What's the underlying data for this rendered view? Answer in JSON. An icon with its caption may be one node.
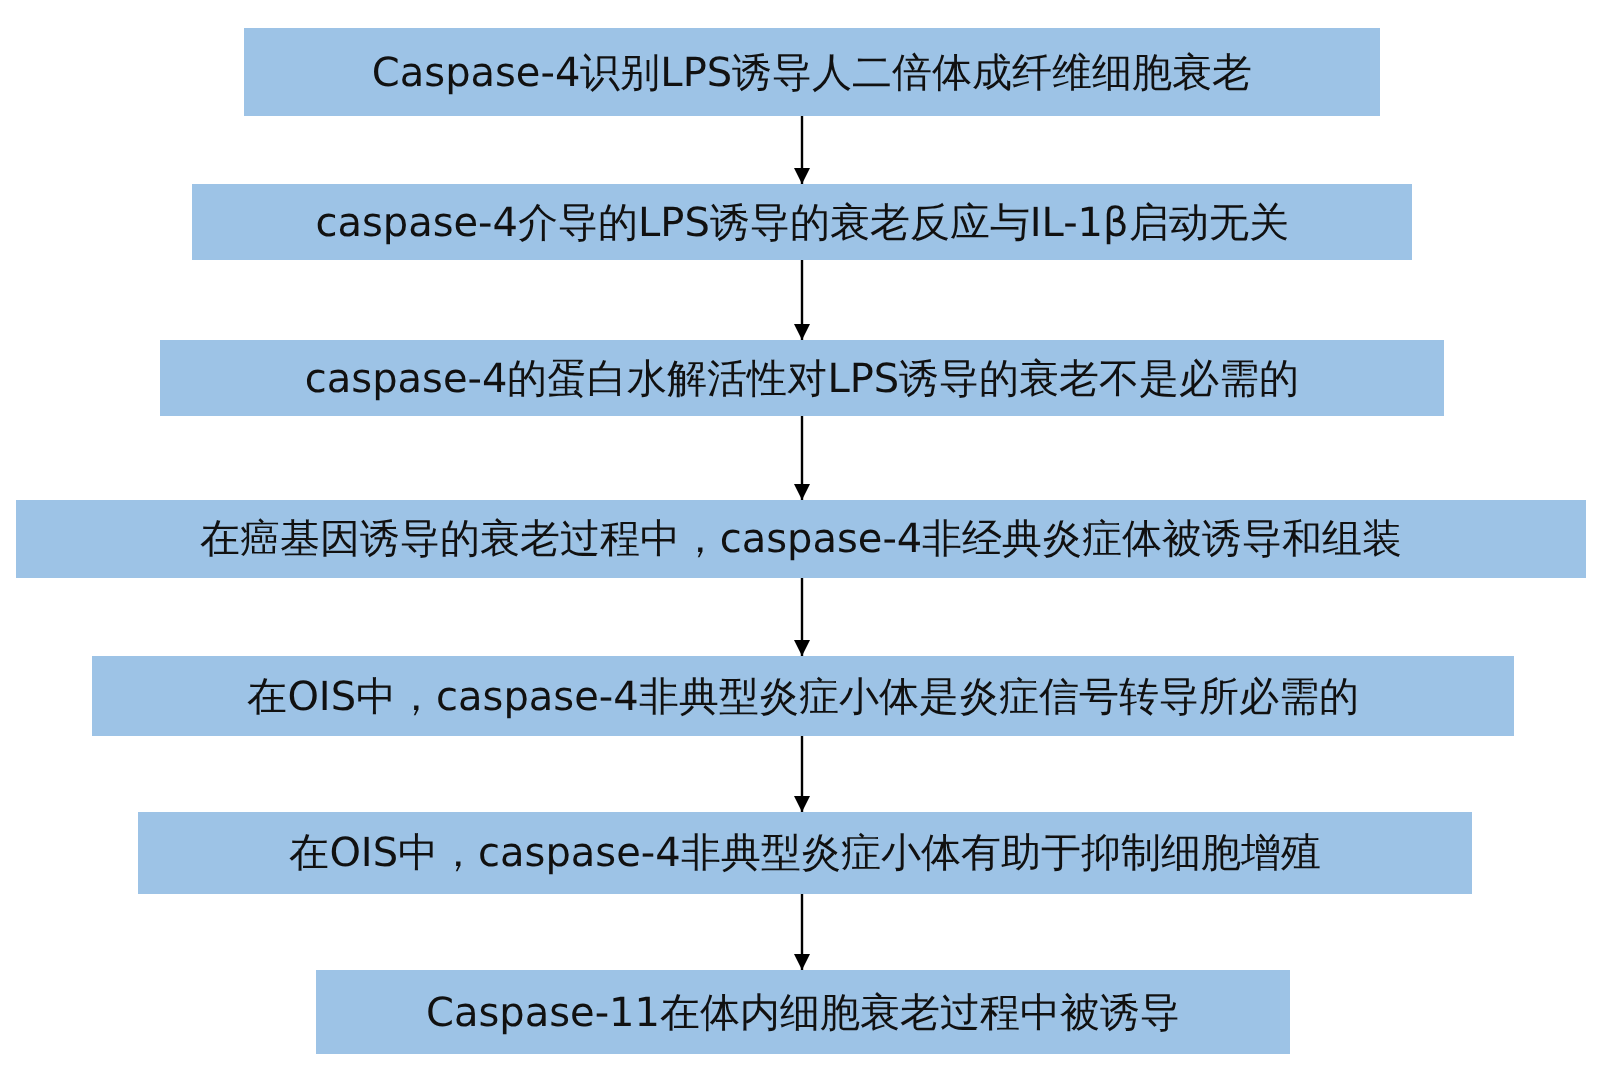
{
  "diagram": {
    "nodes": [
      {
        "text": [
          "Caspase-4识别LPS诱导人二倍体成纤维细胞衰老"
        ]
      },
      {
        "text": [
          "caspase-4介导的LPS诱导的衰老反应与IL-1β启动无关"
        ]
      },
      {
        "text": [
          "caspase-4的蛋白水解活性对LPS诱导的衰老不是必需的"
        ]
      },
      {
        "text": [
          "在癌基因诱导的衰老过程中，caspase-4非经典炎症体被诱导和组装"
        ]
      },
      {
        "text": [
          "在OIS中，caspase-4非典型炎症小体是炎症信号转导所必需的"
        ]
      },
      {
        "text": [
          "在OIS中，caspase-4非典型炎症小体有助于抑制细胞增殖"
        ]
      },
      {
        "text": [
          "Caspase-11在体内细胞衰老过程中被诱导"
        ]
      }
    ],
    "edges": [
      {
        "from": 0,
        "to": 1,
        "arrow": "to"
      },
      {
        "from": 1,
        "to": 2,
        "arrow": "to"
      },
      {
        "from": 2,
        "to": 3,
        "arrow": "to"
      },
      {
        "from": 3,
        "to": 4,
        "arrow": "to"
      },
      {
        "from": 4,
        "to": 5,
        "arrow": "to"
      },
      {
        "from": 5,
        "to": 6,
        "arrow": "to"
      }
    ]
  }
}
